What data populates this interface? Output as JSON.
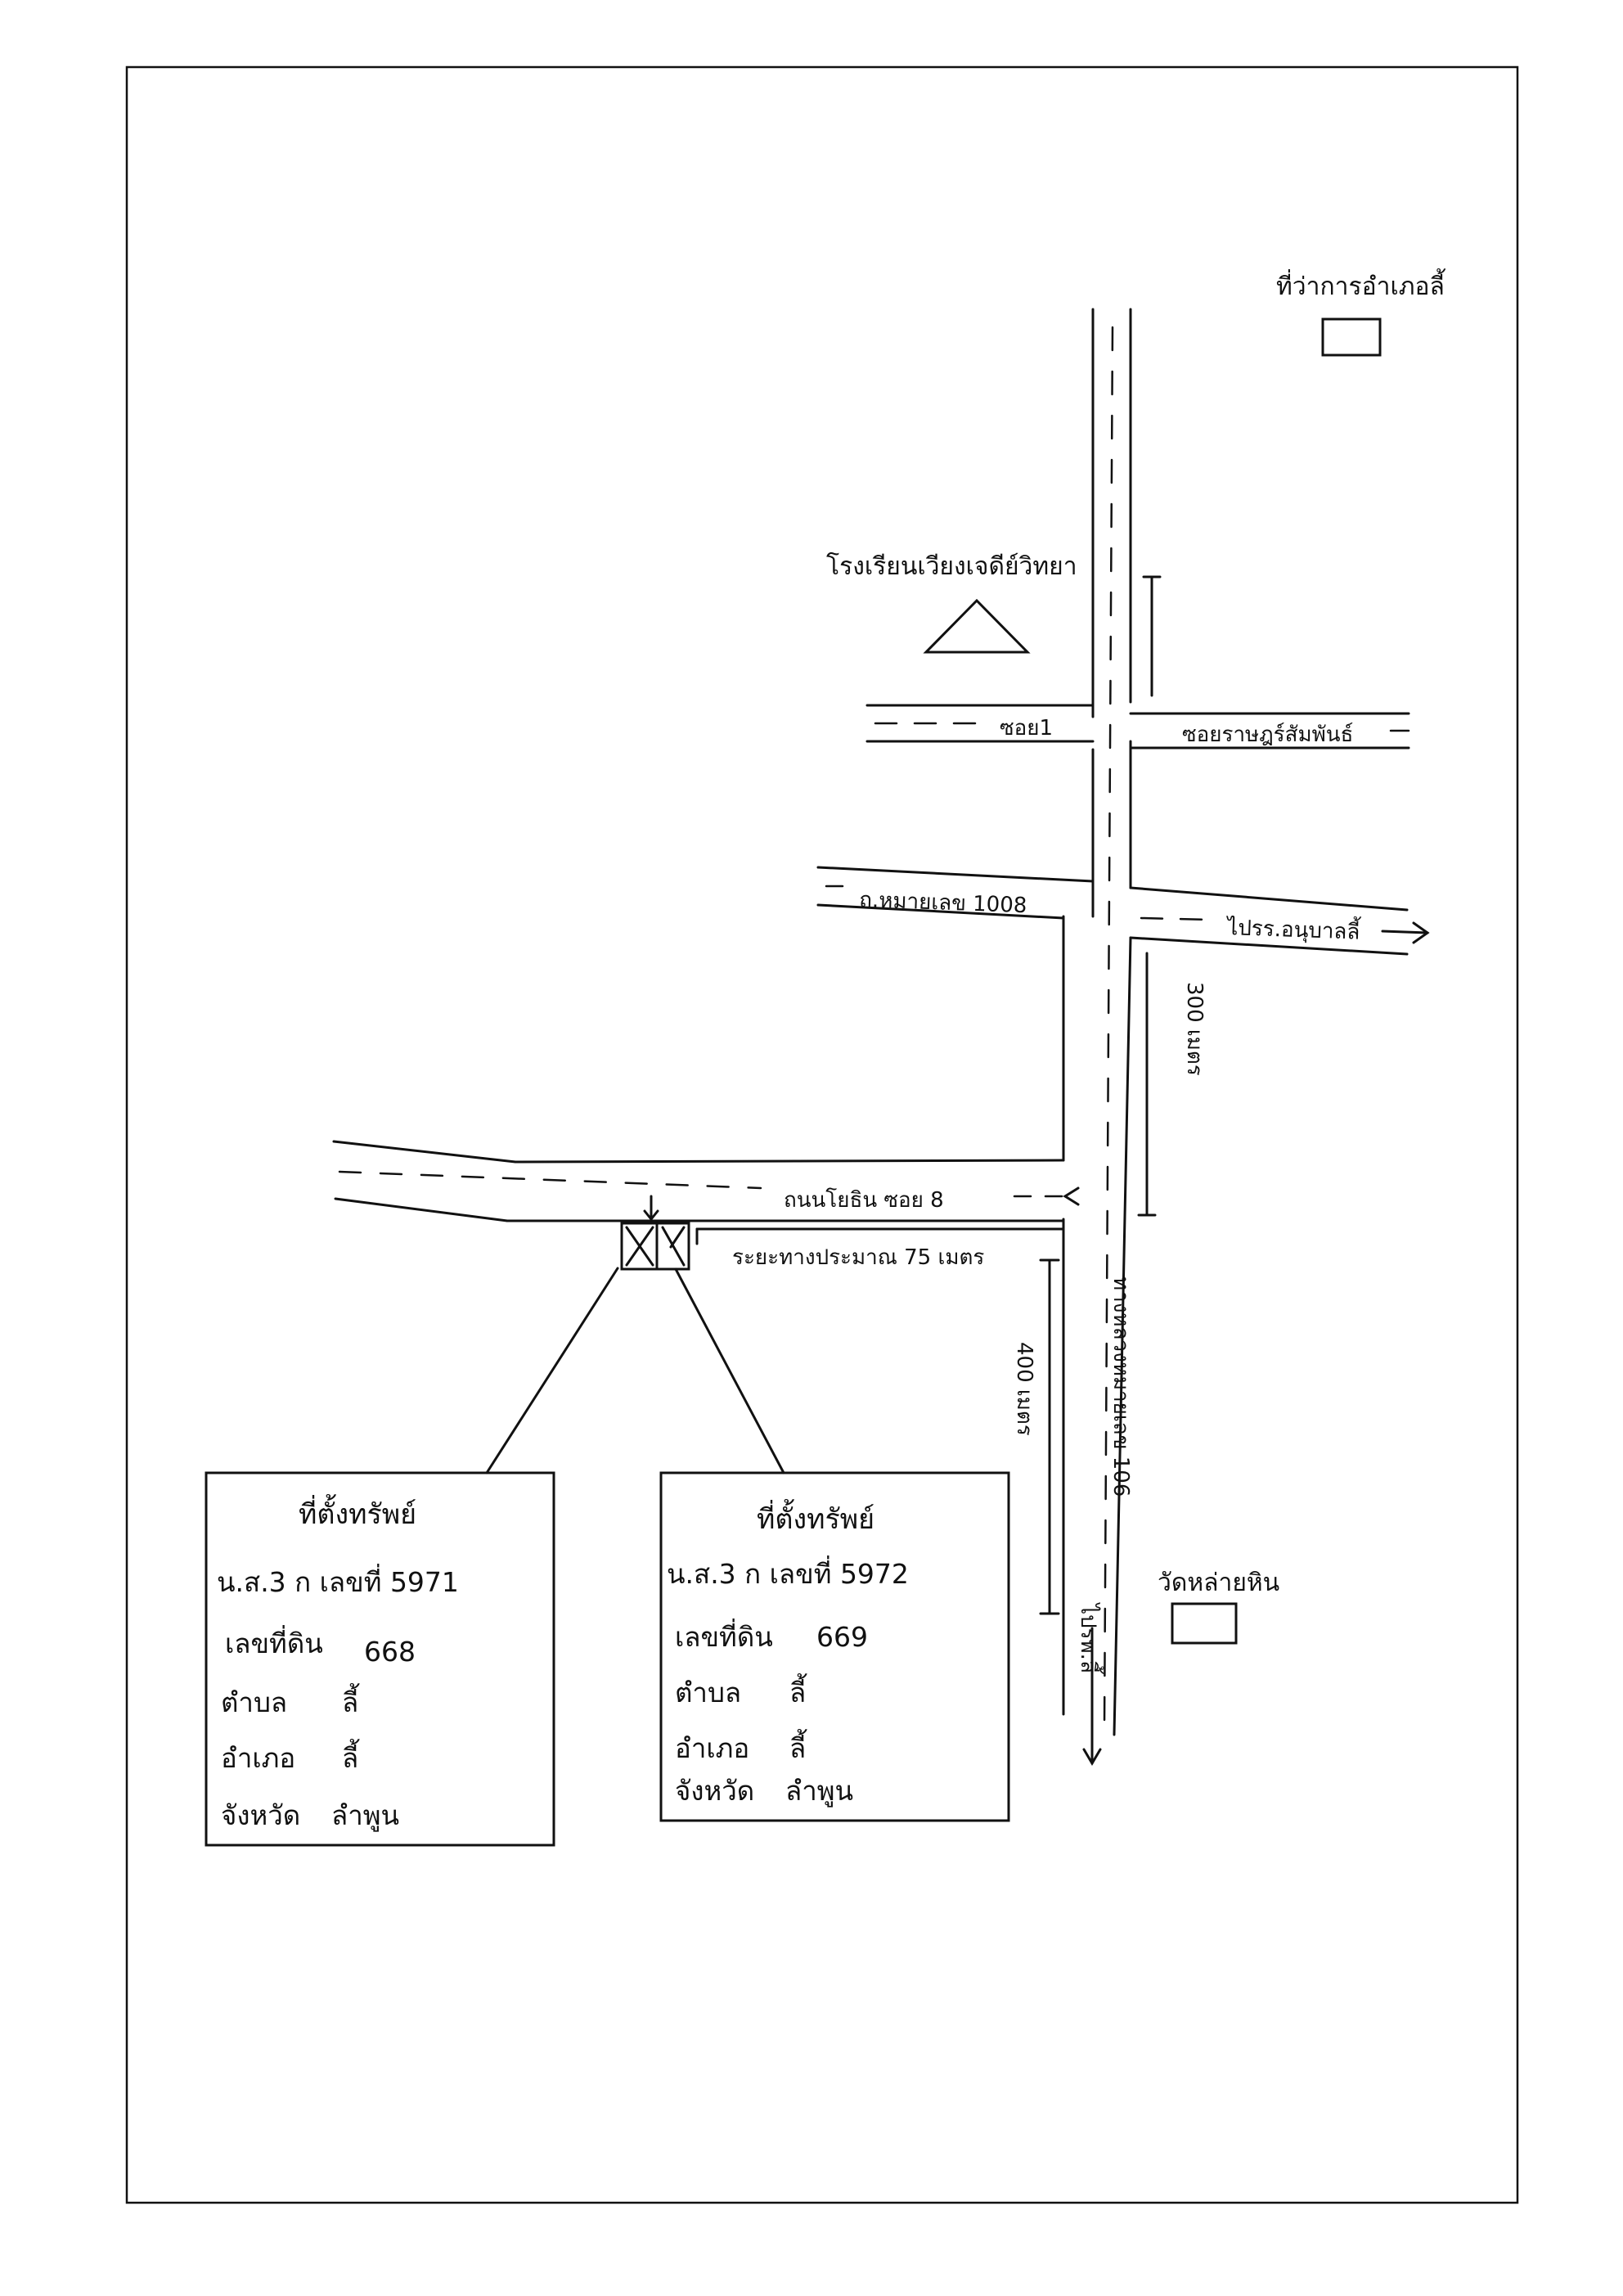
{
  "landmarks": {
    "district_office": "ที่ว่าการอำเภอลี้",
    "school": "โรงเรียนเวียงเจดีย์วิทยา",
    "temple": "วัดหล่ายหิน"
  },
  "roads": {
    "soi1": "ซอย1",
    "soi_ratchada": "ซอยราษฎร์สัมพันธ์",
    "highway_1008": "ถ.หมายเลข 1008",
    "to_anuban_school": "ไปรร.อนุบาลลี้",
    "dist_300m": "300 เมตร",
    "thanon_soi8": "ถนนโยธิน ซอย 8",
    "dist_75m": "ระยะทางประมาณ 75 เมตร",
    "highway_106": "ทางหลวงหมายเลข 106",
    "dist_400m": "400 เมตร",
    "to_hospital": "ไปรพ.ลี้"
  },
  "parcels": [
    {
      "title": "ที่ตั้งทรัพย์",
      "deed": "น.ส.3 ก เลขที่ 5971",
      "land_no_label": "เลขที่ดิน",
      "land_no": "668",
      "tambon_label": "ตำบล",
      "tambon": "ลี้",
      "amphoe_label": "อำเภอ",
      "amphoe": "ลี้",
      "province_label": "จังหวัด",
      "province": "ลำพูน"
    },
    {
      "title": "ที่ตั้งทรัพย์",
      "deed": "น.ส.3 ก เลขที่ 5972",
      "land_no_label": "เลขที่ดิน",
      "land_no": "669",
      "tambon_label": "ตำบล",
      "tambon": "ลี้",
      "amphoe_label": "อำเภอ",
      "amphoe": "ลี้",
      "province_label": "จังหวัด",
      "province": "ลำพูน"
    }
  ],
  "colors": {
    "ink": "#111111",
    "paper": "#ffffff"
  }
}
